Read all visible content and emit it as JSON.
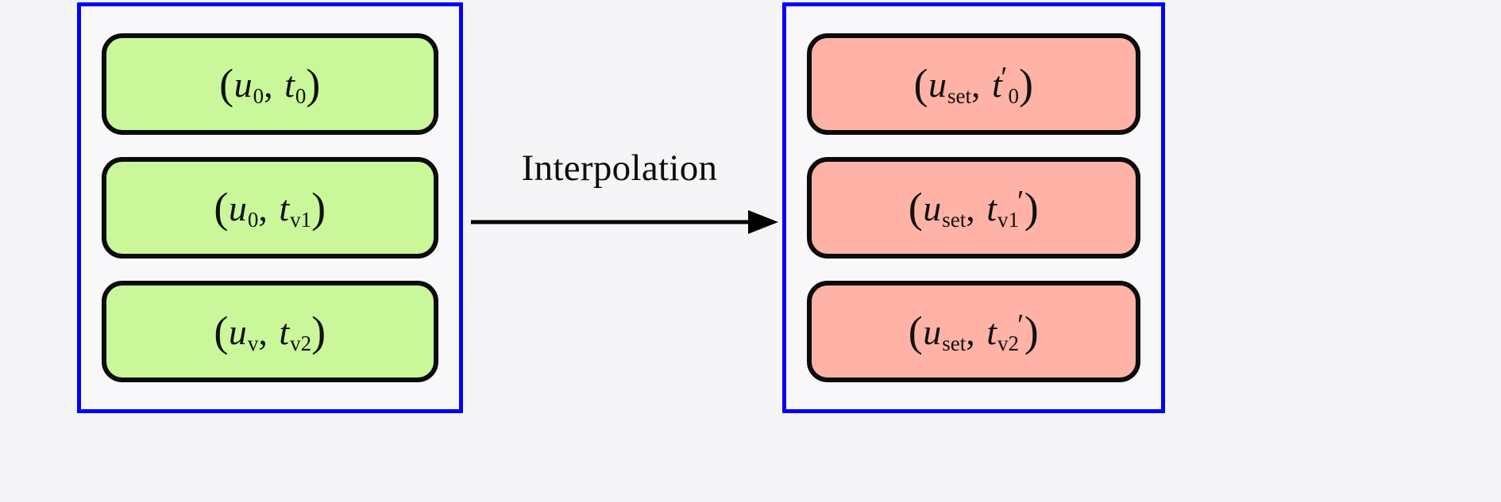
{
  "figure": {
    "background_color": "#f5f5f7",
    "panel_border_color": "#0000ff",
    "box_border_color": "#0b0b0b",
    "left_box_fill": "#c9f79a",
    "right_box_fill": "#ffb3a6",
    "arrow_color": "#000000"
  },
  "left_panel": {
    "name": "source-operating-points",
    "items": [
      {
        "id": "left-item-1",
        "text": "(u0, t0)",
        "parts": {
          "open": "(",
          "var1": "u",
          "sub1": "0",
          "comma": ",",
          "var2": "t",
          "sub2": "0",
          "prime": "",
          "close": ")"
        }
      },
      {
        "id": "left-item-2",
        "text": "(u0, tv1)",
        "parts": {
          "open": "(",
          "var1": "u",
          "sub1": "0",
          "comma": ",",
          "var2": "t",
          "sub2": "v1",
          "prime": "",
          "close": ")"
        }
      },
      {
        "id": "left-item-3",
        "text": "(uv, tv2)",
        "parts": {
          "open": "(",
          "var1": "u",
          "sub1": "v",
          "comma": ",",
          "var2": "t",
          "sub2": "v2",
          "prime": "",
          "close": ")"
        }
      }
    ]
  },
  "right_panel": {
    "name": "interpolated-operating-points",
    "items": [
      {
        "id": "right-item-1",
        "text": "(uset, t0')",
        "parts": {
          "open": "(",
          "var1": "u",
          "sub1": "set",
          "comma": ",",
          "var2": "t",
          "sub2": "0",
          "prime": "′",
          "close": ")"
        }
      },
      {
        "id": "right-item-2",
        "text": "(uset, tv1')",
        "parts": {
          "open": "(",
          "var1": "u",
          "sub1": "set",
          "comma": ",",
          "var2": "t",
          "sub2": "v1",
          "prime": "′",
          "close": ")"
        }
      },
      {
        "id": "right-item-3",
        "text": "(uset, tv2')",
        "parts": {
          "open": "(",
          "var1": "u",
          "sub1": "set",
          "comma": ",",
          "var2": "t",
          "sub2": "v2",
          "prime": "′",
          "close": ")"
        }
      }
    ]
  },
  "connector": {
    "label": "Interpolation",
    "direction": "right",
    "icon": "right-arrow-icon"
  }
}
